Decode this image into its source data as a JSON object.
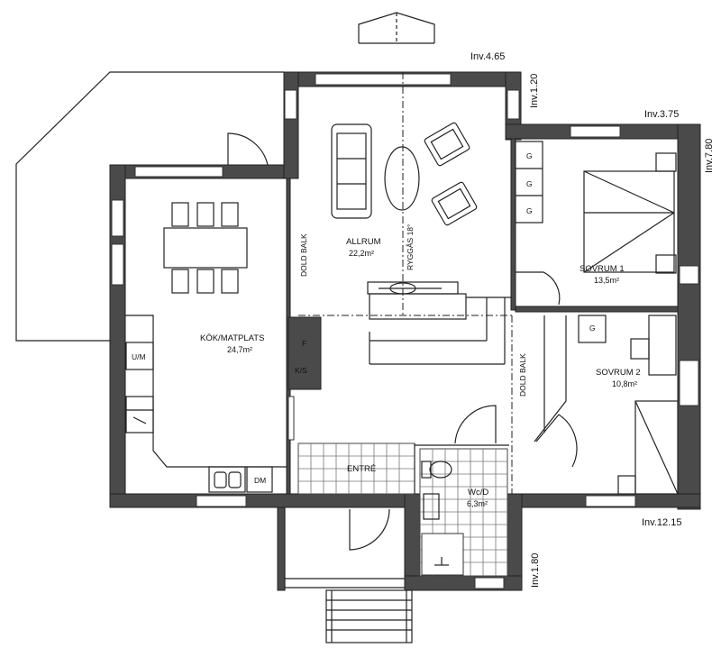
{
  "rooms": {
    "allrum": {
      "name": "ALLRUM",
      "area": "22,2m²"
    },
    "kok": {
      "name": "KÖK/MATPLATS",
      "area": "24,7m²"
    },
    "sovrum1": {
      "name": "SOVRUM 1",
      "area": "13,5m²"
    },
    "sovrum2": {
      "name": "SOVRUM 2",
      "area": "10,8m²"
    },
    "entre": {
      "name": "ENTRÉ"
    },
    "wc": {
      "name": "Wc/D",
      "area": "6,3m²"
    }
  },
  "annotations": {
    "ryggas": "RYGGÅS 18°",
    "dold_balk_1": "DOLD BALK",
    "dold_balk_2": "DOLD BALK",
    "um": "U/M",
    "f": "F",
    "ks": "K/S",
    "dm": "DM",
    "wardrobe_g1": "G",
    "wardrobe_g2": "G",
    "wardrobe_g3": "G",
    "wardrobe_g4": "G"
  },
  "levels": {
    "l1": "Inv.4.65",
    "l2": "Inv.1.20",
    "l3": "Inv.3.75",
    "l4": "Inv.7.80",
    "l5": "Inv.12.15",
    "l6": "Inv.1.80"
  }
}
